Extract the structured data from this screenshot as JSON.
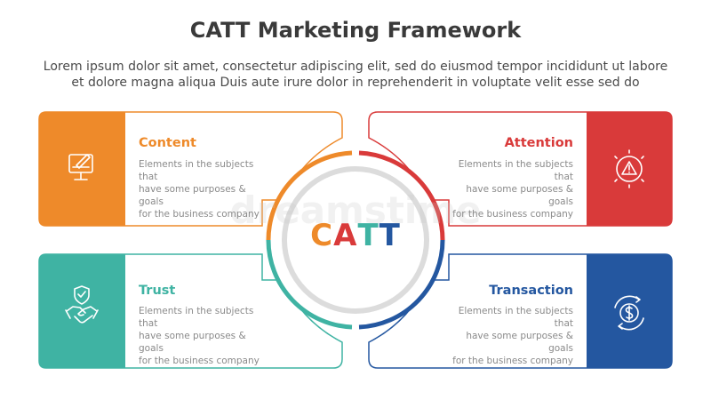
{
  "header": {
    "title": "CATT Marketing Framework",
    "subtitle_line1": "Lorem ipsum dolor sit amet, consectetur adipiscing elit, sed do eiusmod tempor incididunt ut labore",
    "subtitle_line2": "et dolore magna aliqua Duis aute irure dolor in reprehenderit in voluptate velit esse sed do"
  },
  "center": {
    "letters": [
      "C",
      "A",
      "T",
      "T"
    ],
    "colors": [
      "#ee8a2a",
      "#d93a3a",
      "#3fb3a3",
      "#2457a0"
    ]
  },
  "watermark": "dreamstime",
  "cards": [
    {
      "title": "Content",
      "color": "#ee8a2a",
      "icon": "computer-edit-icon",
      "desc": [
        "Elements in the subjects that",
        "have  some purposes & goals",
        "for  the  business company"
      ]
    },
    {
      "title": "Attention",
      "color": "#d93a3a",
      "icon": "warning-alert-icon",
      "desc": [
        "Elements in the subjects that",
        "have  some purposes & goals",
        "for  the  business company"
      ]
    },
    {
      "title": "Trust",
      "color": "#3fb3a3",
      "icon": "handshake-shield-icon",
      "desc": [
        "Elements in the subjects that",
        "have  some purposes & goals",
        "for  the  business company"
      ]
    },
    {
      "title": "Transaction",
      "color": "#2457a0",
      "icon": "dollar-cycle-icon",
      "desc": [
        "Elements in the subjects that",
        "have  some purposes & goals",
        "for  the  business company"
      ]
    }
  ]
}
